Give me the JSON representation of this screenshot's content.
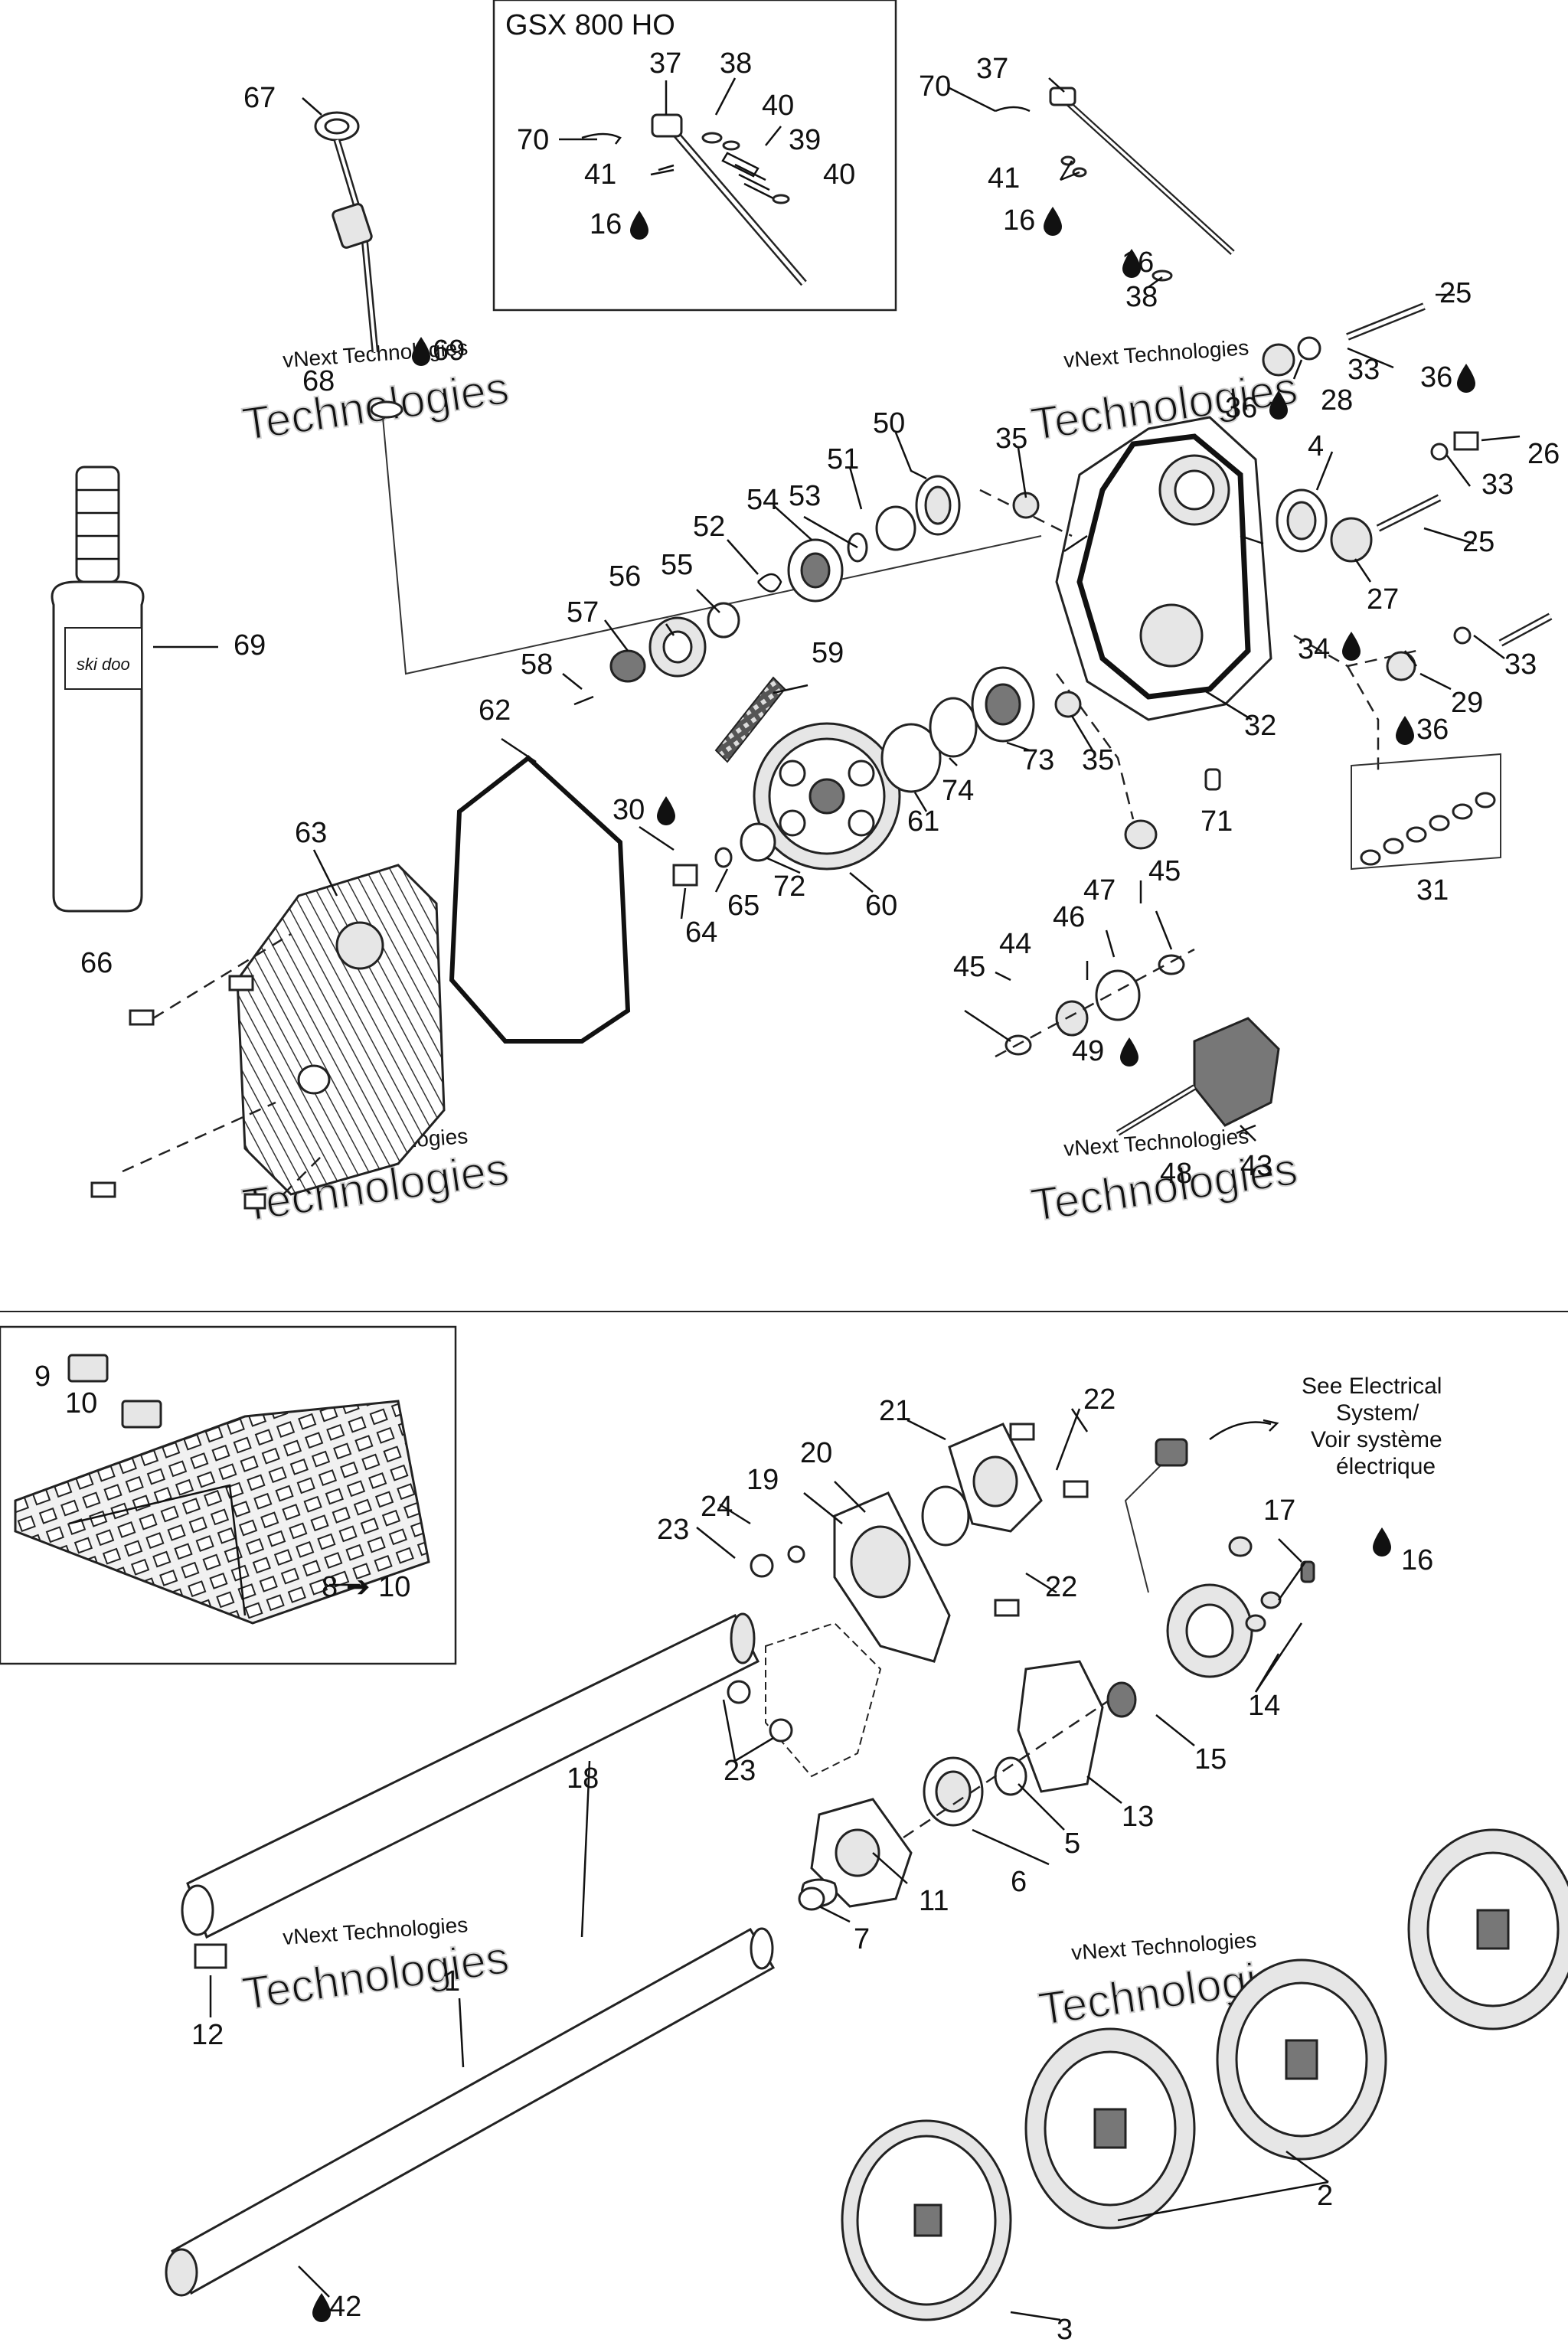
{
  "upper_diagram": {
    "inset_title": "GSX 800 HO",
    "labels": [
      "67",
      "69",
      "68",
      "70",
      "37",
      "38",
      "40",
      "39",
      "41",
      "16",
      "70",
      "37",
      "41",
      "16",
      "16",
      "38",
      "25",
      "33",
      "28",
      "36",
      "36",
      "26",
      "33",
      "25",
      "27",
      "4",
      "34",
      "33",
      "29",
      "36",
      "31",
      "32",
      "35",
      "35",
      "71",
      "73",
      "74",
      "61",
      "50",
      "51",
      "53",
      "54",
      "52",
      "55",
      "56",
      "57",
      "58",
      "59",
      "62",
      "30",
      "60",
      "72",
      "65",
      "64",
      "63",
      "66",
      "45",
      "47",
      "46",
      "44",
      "45",
      "49",
      "43",
      "48"
    ],
    "bottle_label": "69",
    "bottle_brand": "ski doo"
  },
  "lower_diagram": {
    "track_inset_labels": [
      "9",
      "10",
      "8 ➔ 10"
    ],
    "labels": [
      "21",
      "22",
      "20",
      "19",
      "24",
      "23",
      "22",
      "23",
      "18",
      "17",
      "16",
      "14",
      "15",
      "13",
      "5",
      "6",
      "11",
      "7",
      "12",
      "1",
      "2",
      "3",
      "42"
    ],
    "electrical_note": [
      "See Electrical",
      "System/",
      "Voir système",
      "électrique"
    ]
  },
  "watermarks": {
    "small": "vNext Technologies",
    "large": "Technologies"
  }
}
